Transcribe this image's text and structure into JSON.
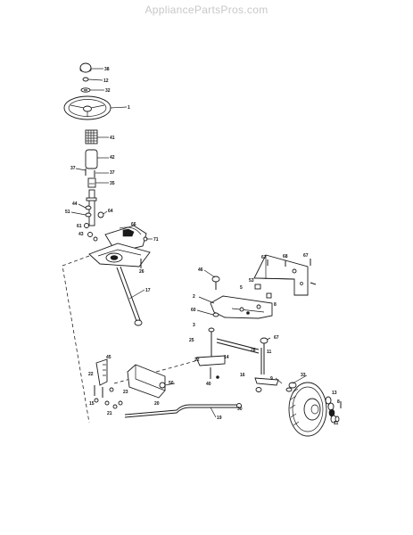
{
  "watermark": "AppliancePartsPros.com",
  "callouts": [
    "38",
    "12",
    "32",
    "1",
    "41",
    "42",
    "37",
    "37",
    "35",
    "44",
    "51",
    "64",
    "61",
    "43",
    "66",
    "71",
    "26",
    "17",
    "46",
    "67",
    "67",
    "68",
    "2",
    "5",
    "53",
    "8",
    "60",
    "3",
    "25",
    "67",
    "28",
    "22",
    "14",
    "11",
    "40",
    "16",
    "30",
    "45",
    "50",
    "22",
    "15",
    "23",
    "20",
    "19",
    "21",
    "9",
    "33",
    "13",
    "8",
    "11"
  ]
}
